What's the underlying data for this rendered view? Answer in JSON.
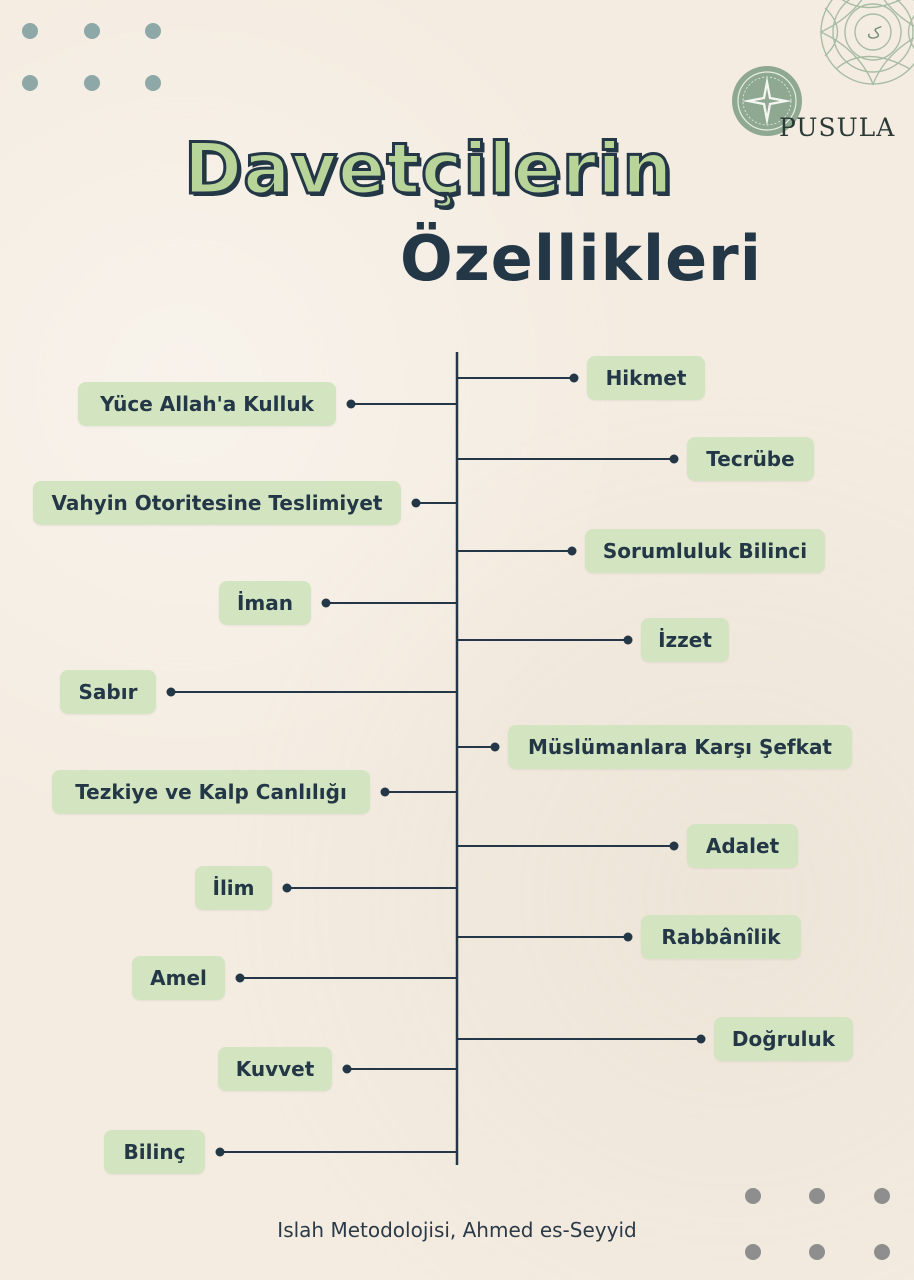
{
  "title": {
    "line1": "Davetçilerin",
    "line2": "Özellikleri"
  },
  "brand": {
    "name": "PUSULA",
    "colors": {
      "pill": "#d3e5c0",
      "ink": "#233747",
      "accent": "#b8d498",
      "logo": "#8fa892"
    }
  },
  "left_items": [
    "Yüce Allah'a Kulluk",
    "Vahyin Otoritesine Teslimiyet",
    "İman",
    "Sabır",
    "Tezkiye ve Kalp Canlılığı",
    "İlim",
    "Amel",
    "Kuvvet",
    "Bilinç"
  ],
  "right_items": [
    "Hikmet",
    "Tecrübe",
    "Sorumluluk Bilinci",
    "İzzet",
    "Müslümanlara Karşı Şefkat",
    "Adalet",
    "Rabbânîlik",
    "Doğruluk"
  ],
  "footer": "Islah Metodolojisi, Ahmed es-Seyyid",
  "decorative_icons": [
    "dot-grid-icon",
    "compass-logo-icon",
    "mandala-icon"
  ]
}
